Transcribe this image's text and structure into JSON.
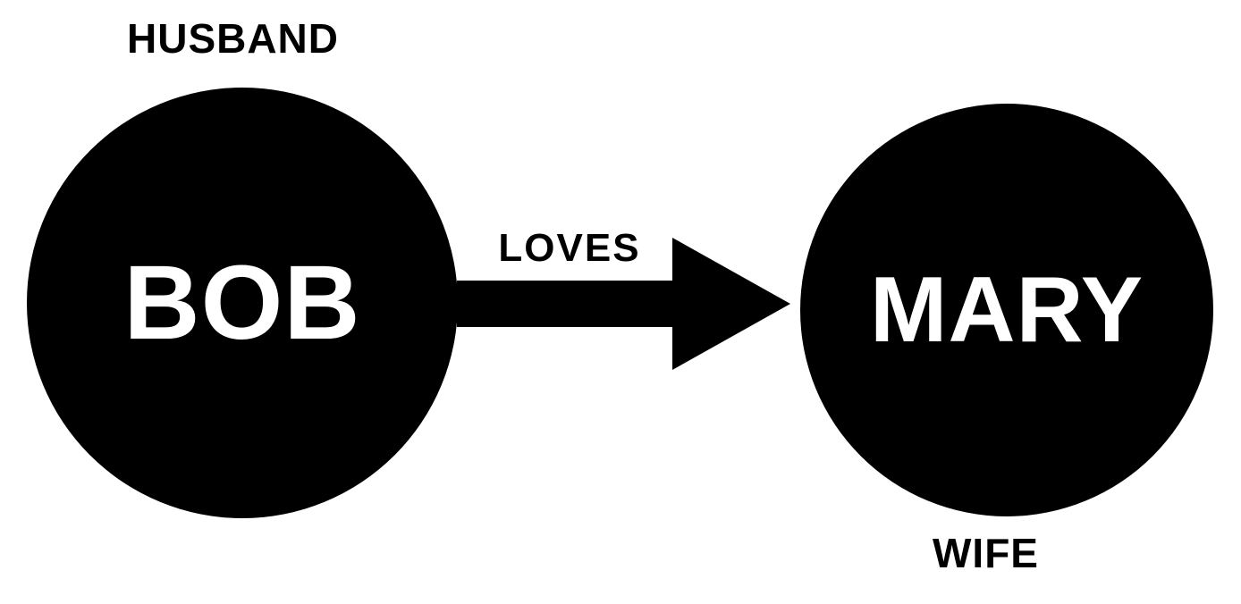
{
  "diagram": {
    "type": "relationship-graph",
    "background_color": "#ffffff",
    "nodes": [
      {
        "id": "bob",
        "label": "BOB",
        "role_label": "HUSBAND",
        "role_position": "above-left",
        "shape": "circle",
        "fill": "#000000",
        "text_color": "#ffffff"
      },
      {
        "id": "mary",
        "label": "MARY",
        "role_label": "WIFE",
        "role_position": "below",
        "shape": "circle",
        "fill": "#000000",
        "text_color": "#ffffff"
      }
    ],
    "edges": [
      {
        "from": "bob",
        "to": "mary",
        "label": "LOVES",
        "style": "solid",
        "arrow": "filled-triangle",
        "direction": "left-to-right",
        "color": "#000000"
      }
    ]
  }
}
